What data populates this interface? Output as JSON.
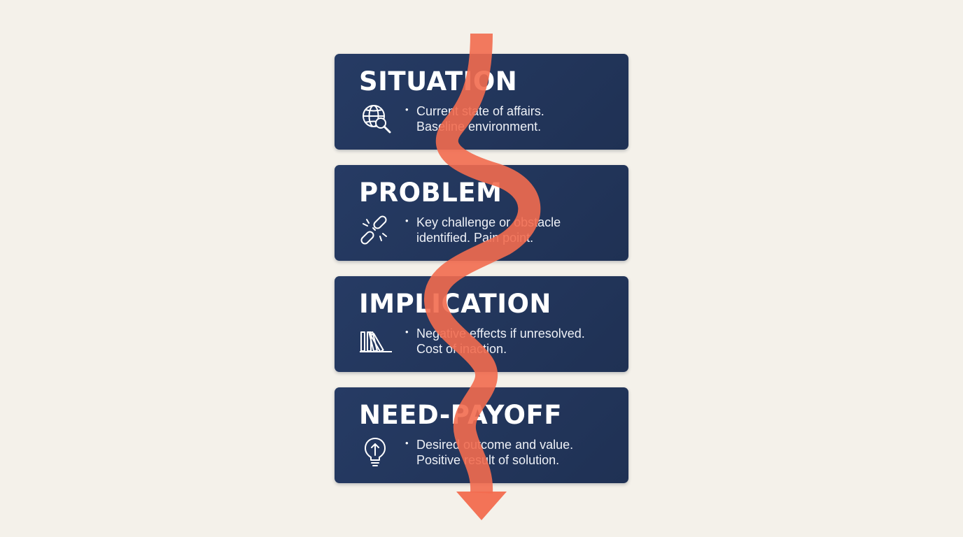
{
  "stages": [
    {
      "title": "SITUATION",
      "lines": [
        "Current state of affairs.",
        "Baseline environment."
      ],
      "icon": "globe-search-icon"
    },
    {
      "title": "PROBLEM",
      "lines": [
        "Key challenge or obstacle",
        "identified. Pain point."
      ],
      "icon": "broken-link-icon"
    },
    {
      "title": "IMPLICATION",
      "lines": [
        "Negative effects if unresolved.",
        "Cost of inaction."
      ],
      "icon": "falling-dominoes-icon"
    },
    {
      "title": "NEED-PAYOFF",
      "lines": [
        "Desired outcome and value.",
        "Positive result of solution."
      ],
      "icon": "lightbulb-arrow-icon"
    }
  ],
  "colors": {
    "background": "#f4f1ea",
    "card": "#22355a",
    "arrow": "#f26b4f",
    "text": "#ffffff"
  }
}
